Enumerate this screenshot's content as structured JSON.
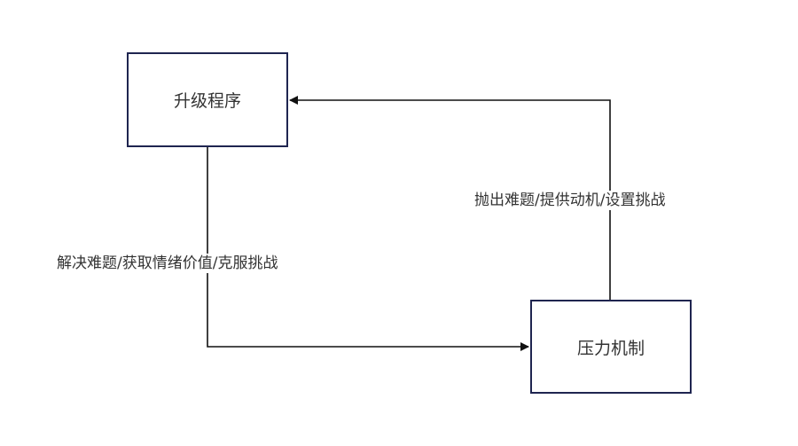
{
  "nodes": {
    "upgrade": {
      "label": "升级程序"
    },
    "pressure": {
      "label": "压力机制"
    }
  },
  "edges": {
    "upgrade_to_pressure": {
      "label": "解决难题/获取情绪价值/克服挑战"
    },
    "pressure_to_upgrade": {
      "label": "抛出难题/提供动机/设置挑战"
    }
  },
  "colors": {
    "box_border": "#1f2550",
    "line": "#111111",
    "text": "#333333"
  }
}
